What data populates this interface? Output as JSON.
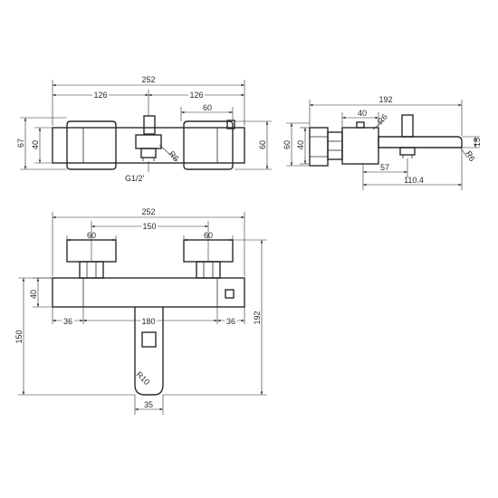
{
  "views": {
    "top": {
      "dims": {
        "overall_width": "252",
        "half_left": "126",
        "half_right": "126",
        "handle_width": "60",
        "height_outer": "67",
        "height_inner": "40",
        "height_right": "60",
        "radius": "R6",
        "thread": "G1/2'"
      }
    },
    "side": {
      "dims": {
        "depth": "192",
        "stem": "40",
        "radius": "R6",
        "height_outer": "60",
        "height_inner": "40",
        "spout_offset": "57",
        "spout_length": "110.4",
        "spout_height": "15",
        "spout_radius": "R6"
      }
    },
    "front": {
      "dims": {
        "overall_width": "252",
        "handle_spacing": "150",
        "handle_left": "60",
        "handle_right": "60",
        "body_height": "40",
        "inset_left": "36",
        "spout_span": "180",
        "inset_right": "36",
        "total_height": "192",
        "spout_drop": "150",
        "spout_radius": "R10",
        "spout_width": "35"
      }
    }
  }
}
